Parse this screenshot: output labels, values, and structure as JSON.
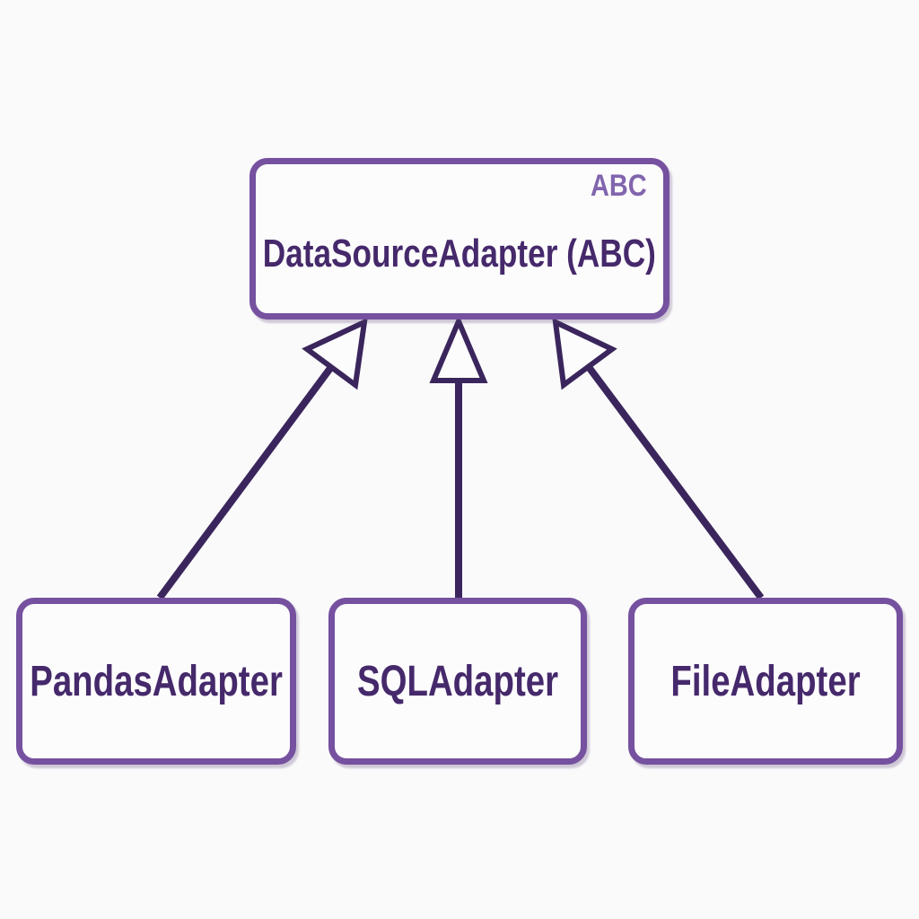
{
  "diagram": {
    "type": "uml-class-inheritance",
    "parent_box": {
      "label": "DataSourceAdapter (ABC)",
      "tag": "ABC"
    },
    "subclasses": [
      {
        "label": "PandasAdapter"
      },
      {
        "label": "SQLAdapter"
      },
      {
        "label": "FileAdapter"
      }
    ],
    "arrows": [
      {
        "from": "PandasAdapter",
        "to": "DataSourceAdapter (ABC)",
        "type": "inheritance"
      },
      {
        "from": "SQLAdapter",
        "to": "DataSourceAdapter (ABC)",
        "type": "inheritance"
      },
      {
        "from": "FileAdapter",
        "to": "DataSourceAdapter (ABC)",
        "type": "inheritance"
      }
    ],
    "colors": {
      "bg": "#fbfafb",
      "box-border": "#75519f",
      "arrow": "#3a265c",
      "title-text": "#45296b",
      "tag-text": "#8165ad"
    }
  }
}
